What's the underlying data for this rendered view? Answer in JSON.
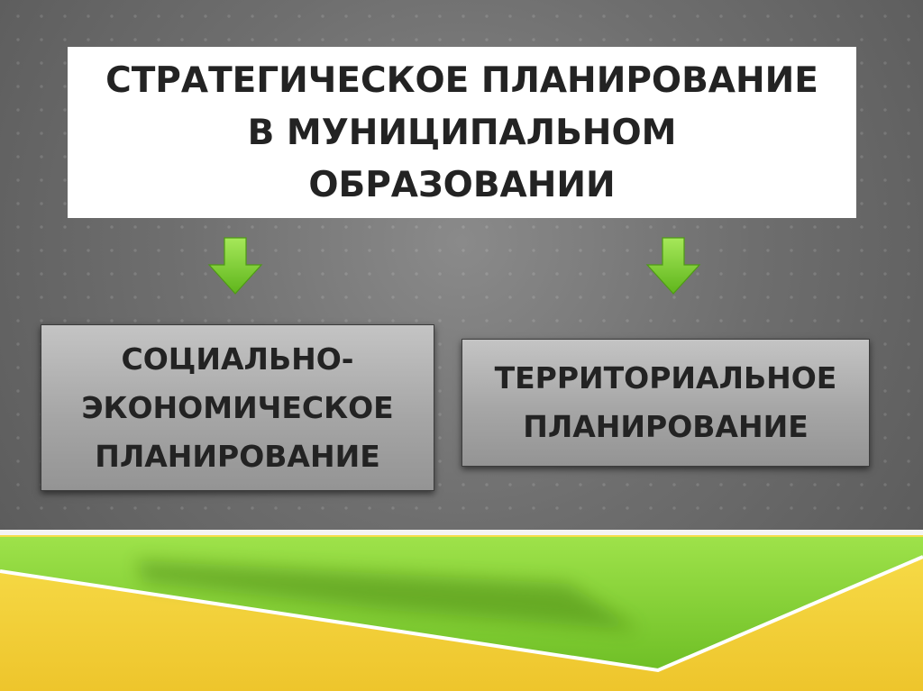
{
  "slide": {
    "title_lines": [
      "СТРАТЕГИЧЕСКОЕ ПЛАНИРОВАНИЕ",
      "В МУНИЦИПАЛЬНОМ",
      "ОБРАЗОВАНИИ"
    ],
    "left_box_lines": [
      "СОЦИАЛЬНО-",
      "ЭКОНОМИЧЕСКОЕ",
      "ПЛАНИРОВАНИЕ"
    ],
    "right_box_lines": [
      "ТЕРРИТОРИАЛЬНОЕ",
      "ПЛАНИРОВАНИЕ"
    ]
  },
  "colors": {
    "background": "#6e6e6e",
    "title_box": "#ffffff",
    "sub_box": "#a6a6a6",
    "text": "#232323",
    "arrow_green": "#7bcf2a",
    "band_yellow": "#f2d13a",
    "band_green": "#8cd43a"
  },
  "icons": {
    "connector": "arrow-down-icon"
  }
}
